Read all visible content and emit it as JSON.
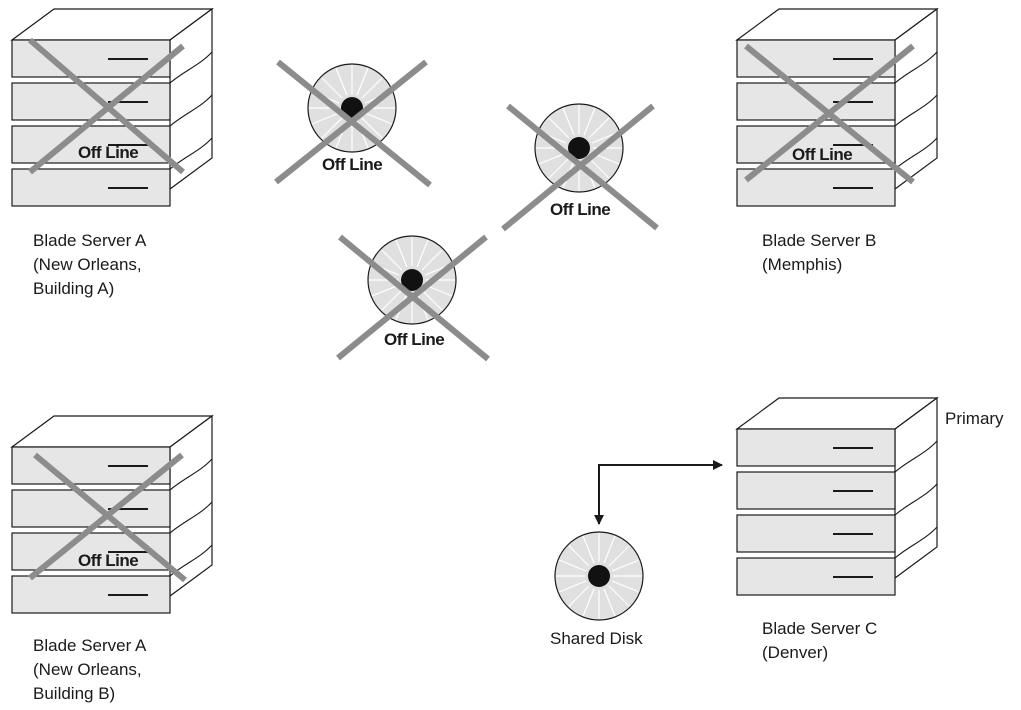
{
  "servers": [
    {
      "id": "server-a-building-a",
      "status": "offline",
      "status_label": "Off Line",
      "caption_lines": [
        "Blade Server A",
        "(New Orleans,",
        "Building A)"
      ]
    },
    {
      "id": "server-b-memphis",
      "status": "offline",
      "status_label": "Off Line",
      "caption_lines": [
        "Blade Server B",
        "(Memphis)"
      ]
    },
    {
      "id": "server-a-building-b",
      "status": "offline",
      "status_label": "Off Line",
      "caption_lines": [
        "Blade Server A",
        "(New Orleans,",
        "Building B)"
      ]
    },
    {
      "id": "server-c-denver",
      "status": "online",
      "role_label": "Primary",
      "caption_lines": [
        "Blade Server C",
        "(Denver)"
      ]
    }
  ],
  "disks": [
    {
      "id": "disk-1",
      "status": "offline",
      "status_label": "Off Line"
    },
    {
      "id": "disk-2",
      "status": "offline",
      "status_label": "Off Line"
    },
    {
      "id": "disk-3",
      "status": "offline",
      "status_label": "Off Line"
    },
    {
      "id": "shared-disk",
      "status": "online",
      "caption": "Shared Disk"
    }
  ],
  "colors": {
    "server_face": "#e6e6e6",
    "server_side": "#ffffff",
    "outline": "#1a1a1a",
    "cross": "#8c8c8c",
    "disk_fill": "#e0e0e0",
    "disk_hub": "#111111"
  }
}
